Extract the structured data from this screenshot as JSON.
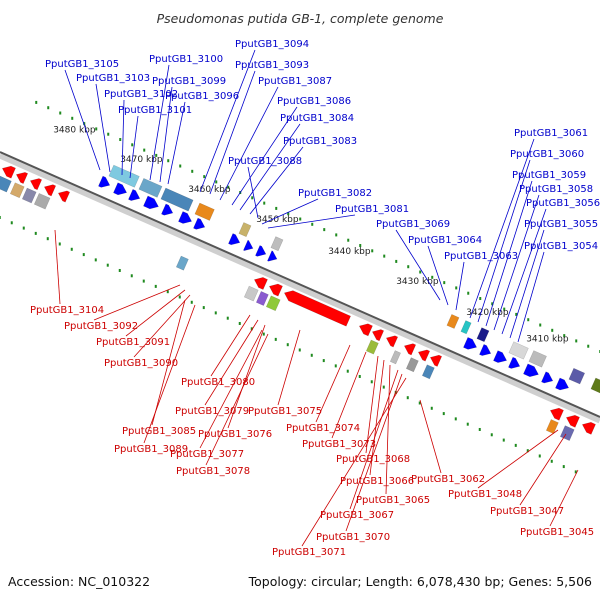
{
  "title": "Pseudomonas putida GB-1, complete genome",
  "accession": "Accession: NC_010322",
  "topology": "Topology: circular; Length: 6,078,430 bp; Genes: 5,506",
  "colors": {
    "forward": "#0000ff",
    "reverse": "#ff0000",
    "label_forward": "#0000cc",
    "label_reverse": "#cc0000",
    "backbone": "#555555",
    "tick": "#1f8a1f"
  },
  "kbp_labels": [
    "3480 kbp",
    "3470 kbp",
    "3460 kbp",
    "3450 kbp",
    "3440 kbp",
    "3430 kbp",
    "3420 kbp",
    "3410 kbp"
  ],
  "forward_labels": [
    "PputGB1_3105",
    "PputGB1_3103",
    "PputGB1_3102",
    "PputGB1_3101",
    "PputGB1_3100",
    "PputGB1_3099",
    "PputGB1_3096",
    "PputGB1_3094",
    "PputGB1_3093",
    "PputGB1_3087",
    "PputGB1_3086",
    "PputGB1_3084",
    "PputGB1_3083",
    "PputGB1_3088",
    "PputGB1_3082",
    "PputGB1_3081",
    "PputGB1_3069",
    "PputGB1_3064",
    "PputGB1_3063",
    "PputGB1_3061",
    "PputGB1_3060",
    "PputGB1_3059",
    "PputGB1_3058",
    "PputGB1_3056",
    "PputGB1_3055",
    "PputGB1_3054"
  ],
  "reverse_labels": [
    "PputGB1_3104",
    "PputGB1_3092",
    "PputGB1_3091",
    "PputGB1_3090",
    "PputGB1_3080",
    "PputGB1_3079",
    "PputGB1_3075",
    "PputGB1_3076",
    "PputGB1_3085",
    "PputGB1_3089",
    "PputGB1_3077",
    "PputGB1_3078",
    "PputGB1_3074",
    "PputGB1_3073",
    "PputGB1_3068",
    "PputGB1_3066",
    "PputGB1_3062",
    "PputGB1_3065",
    "PputGB1_3067",
    "PputGB1_3070",
    "PputGB1_3071",
    "PputGB1_3048",
    "PputGB1_3047",
    "PputGB1_3045"
  ]
}
